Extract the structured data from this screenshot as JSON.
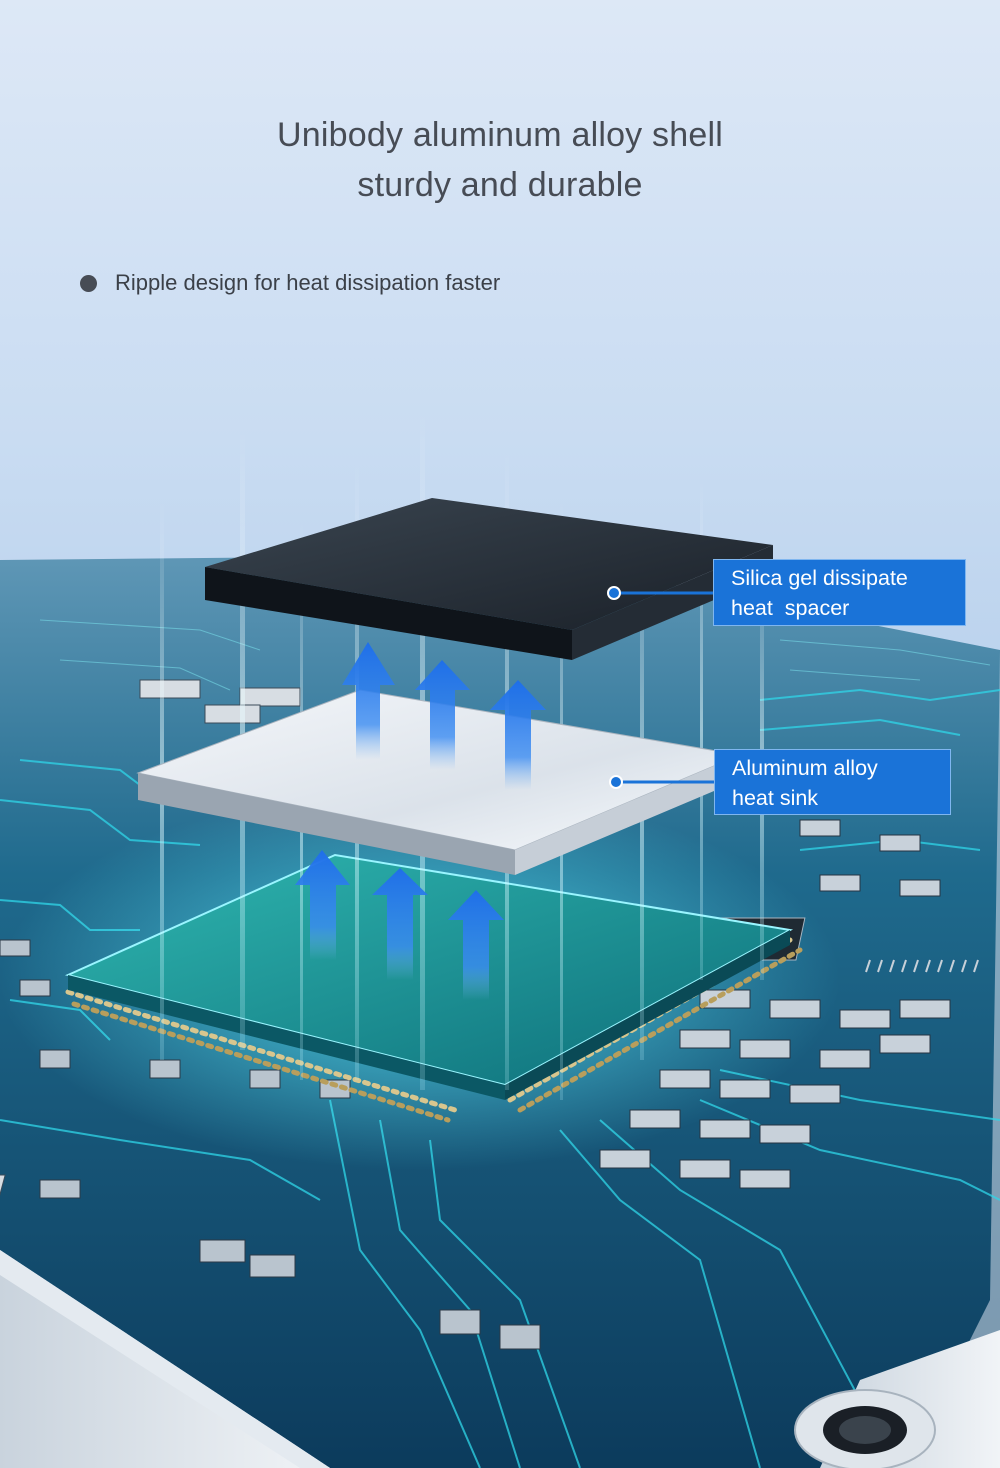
{
  "headline": {
    "line1": "Unibody aluminum alloy shell",
    "line2": "sturdy and durable"
  },
  "feature": {
    "text": "Ripple design for heat dissipation faster"
  },
  "callouts": {
    "silica": {
      "line1": "Silica gel dissipate",
      "line2": "heat  spacer"
    },
    "aluminum": {
      "line1": "Aluminum alloy",
      "line2": "heat sink"
    }
  },
  "colors": {
    "callout_bg": "#1a73d8",
    "board": "#0f4f75",
    "trace_glow": "#2fd6e8",
    "arrow": "#1e6ee6",
    "text": "#474c55"
  },
  "icons": [
    "bullet-dot",
    "heat-arrow-icon"
  ]
}
